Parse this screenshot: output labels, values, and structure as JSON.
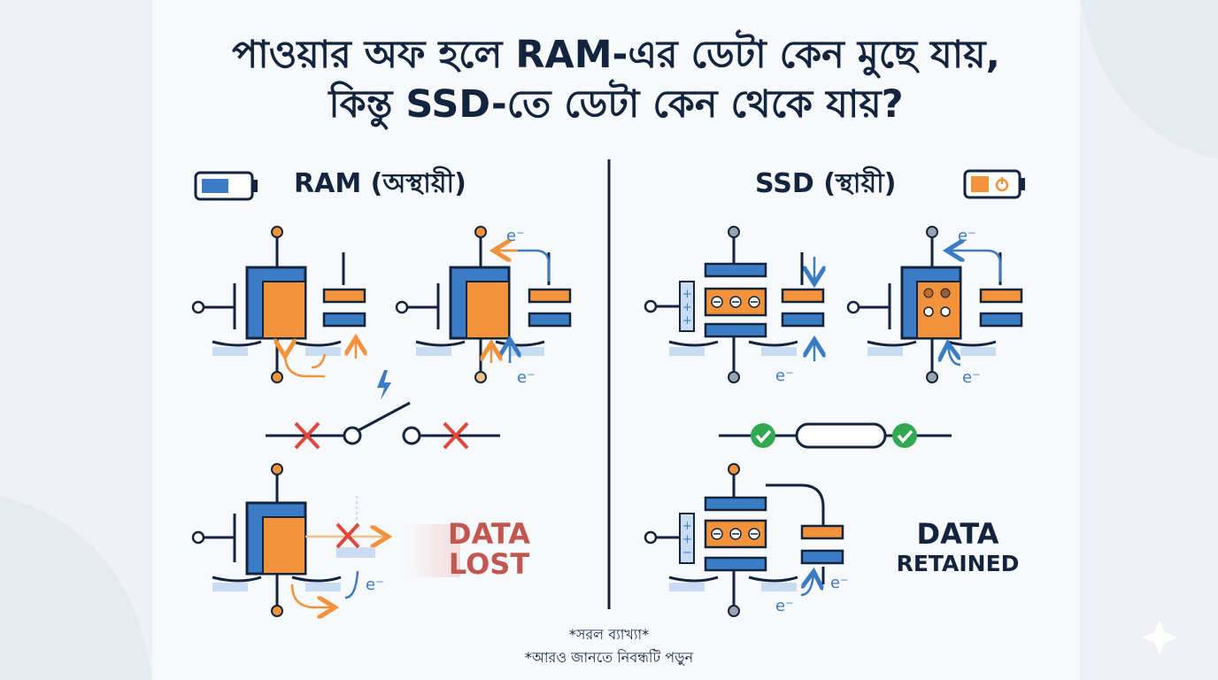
{
  "title": {
    "line1": "পাওয়ার অফ হলে RAM-এর ডেটা কেন মুছে যায়,",
    "line2": "কিন্তু SSD-তে ডেটা কেন থেকে যায়?"
  },
  "ram": {
    "heading": "RAM (অস্থায়ী)",
    "result_line1": "DATA",
    "result_line2": "LOST"
  },
  "ssd": {
    "heading": "SSD (স্থায়ী)",
    "result_line1": "DATA",
    "result_line2": "RETAINED"
  },
  "electron_label": "e⁻",
  "footnotes": [
    "*সরল ব্যাখ্যা*",
    "*আরও জানতে নিবন্ধটি পড়ুন"
  ],
  "colors": {
    "navy": "#13243f",
    "blue": "#3b7cc4",
    "orange": "#f2923a",
    "red": "#e0463c",
    "green": "#33a853",
    "lost_text": "#c2574f"
  }
}
